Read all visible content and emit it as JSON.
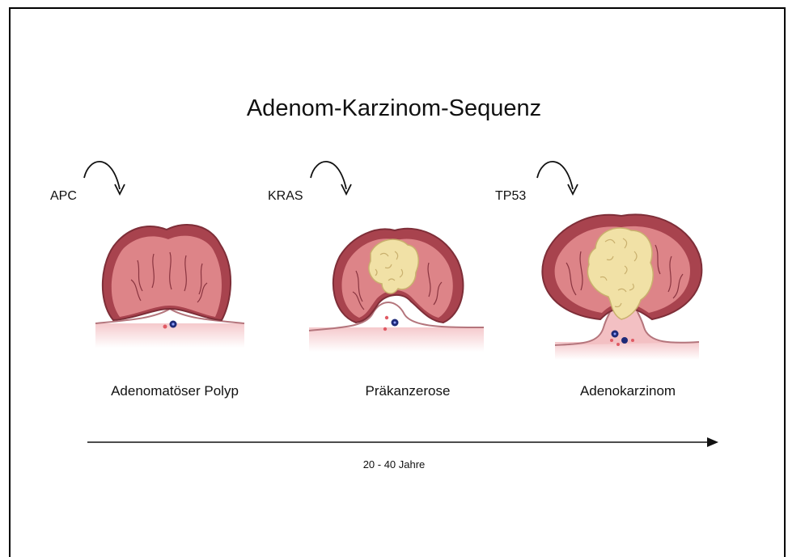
{
  "title": "Adenom-Karzinom-Sequenz",
  "stages": [
    {
      "gene": "APC",
      "label": "Adenomatöser Polyp"
    },
    {
      "gene": "KRAS",
      "label": "Präkanzerose"
    },
    {
      "gene": "TP53",
      "label": "Adenokarzinom"
    }
  ],
  "timeline": {
    "label": "20 - 40 Jahre"
  },
  "colors": {
    "tissue": "#dd8488",
    "tissue_dark": "#a8434e",
    "tissue_edge": "#7e2e38",
    "tumor": "#f1e1a6",
    "blood_cell_blue": "#1e2a78",
    "blood_cell_red": "#e05a64",
    "mucosa": "#f7d2d4"
  }
}
